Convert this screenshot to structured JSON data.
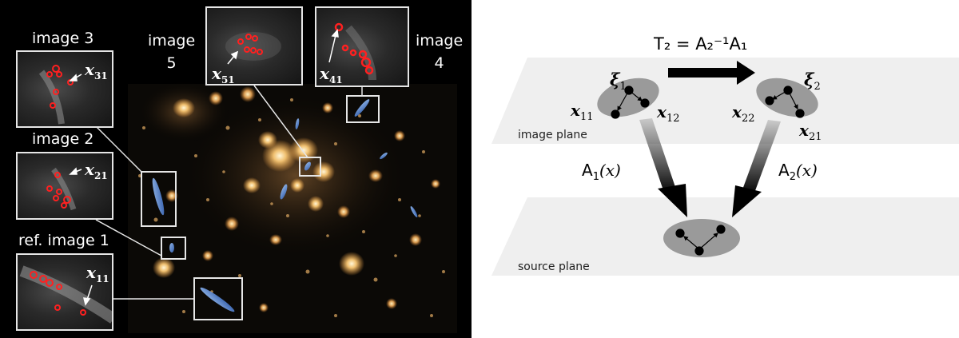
{
  "left_panel": {
    "labels": {
      "image3": "image 3",
      "image5": "image\n5",
      "image4": "image\n4",
      "image2": "image 2",
      "ref_image1": "ref. image 1"
    },
    "insets": {
      "x31": {
        "main": "x",
        "sub": "31"
      },
      "x51": {
        "main": "x",
        "sub": "51"
      },
      "x41": {
        "main": "x",
        "sub": "41"
      },
      "x21": {
        "main": "x",
        "sub": "21"
      },
      "x11": {
        "main": "x",
        "sub": "11"
      }
    }
  },
  "right_panel": {
    "transform_label": "T₂ = A₂⁻¹A₁",
    "image_plane_label": "image plane",
    "source_plane_label": "source plane",
    "xi1": {
      "main": "ξ",
      "sub": "1"
    },
    "xi2": {
      "main": "ξ",
      "sub": "2"
    },
    "x11": {
      "main": "x",
      "sub": "11"
    },
    "x12": {
      "main": "x",
      "sub": "12"
    },
    "x22": {
      "main": "x",
      "sub": "22"
    },
    "x21": {
      "main": "x",
      "sub": "21"
    },
    "A1": {
      "main": "A",
      "sub": "1",
      "arg": "(x)"
    },
    "A2": {
      "main": "A",
      "sub": "2",
      "arg": "(x)"
    }
  },
  "colors": {
    "marker_red": "#ff2020",
    "inset_border": "#e6e6e6",
    "plane_fill": "#efefef",
    "ellipse_fill": "#9a9a9a"
  }
}
